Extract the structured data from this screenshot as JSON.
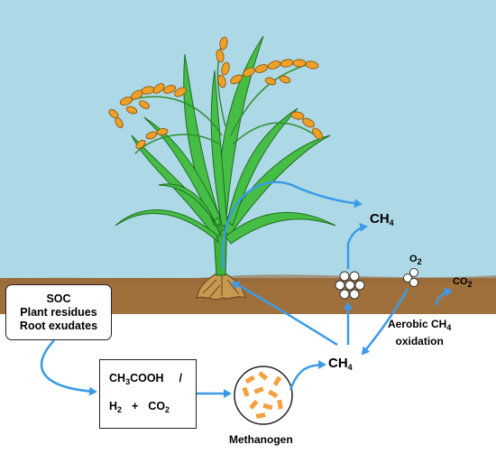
{
  "labels": {
    "ch4_atmosphere": {
      "base": "CH",
      "sub": "4"
    },
    "o2": {
      "base": "O",
      "sub": "2"
    },
    "co2": {
      "base": "CO",
      "sub": "2"
    },
    "aerobic_line1": "Aerobic CH",
    "aerobic_sub": "4",
    "aerobic_line2": "oxidation",
    "ch4_soil": {
      "base": "CH",
      "sub": "4"
    },
    "methanogen": "Methanogen"
  },
  "soc_box": {
    "line1": "SOC",
    "line2": "Plant residues",
    "line3": "Root exudates"
  },
  "substrate_box": {
    "acetic_a": "CH",
    "acetic_sub1": "3",
    "acetic_b": "COOH",
    "slash": "/",
    "h2": "H",
    "h2_sub": "2",
    "plus": "+",
    "co2": "CO",
    "co2_sub": "2"
  },
  "colors": {
    "sky": "#add8e6",
    "soil": "#a0703c",
    "plant_green": "#3cb43c",
    "grain": "#f0a028",
    "arrow": "#3c9be6",
    "methanogen_rods": "#f5a03c"
  }
}
